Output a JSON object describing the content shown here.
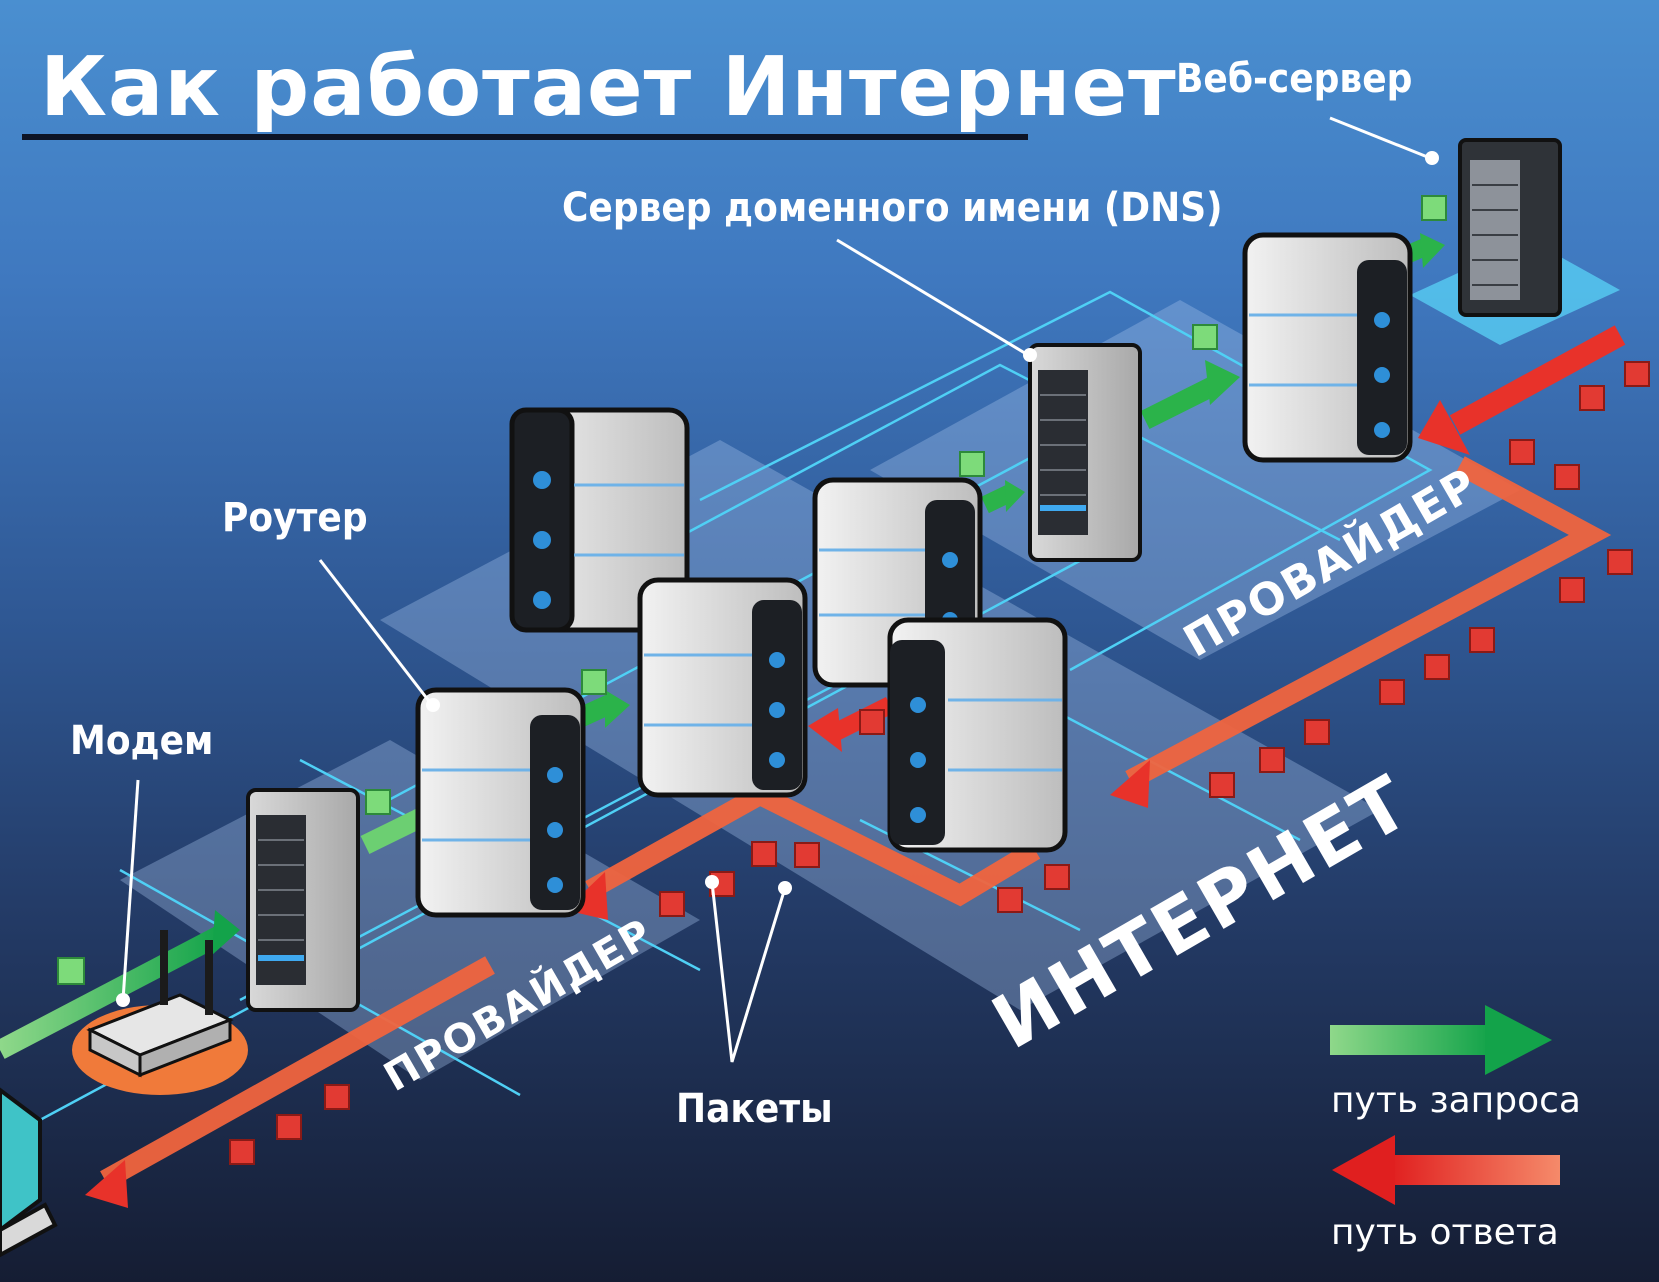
{
  "title": "Как работает Интернет",
  "labels": {
    "web_server": "Веб-сервер",
    "dns_server": "Сервер доменного имени (DNS)",
    "router": "Роутер",
    "modem": "Модем",
    "packets": "Пакеты"
  },
  "zones": {
    "provider_top": "ПРОВАЙДЕР",
    "internet": "ИНТЕРНЕТ",
    "provider_bottom": "ПРОВАЙДЕР"
  },
  "legend": {
    "request_path": "путь запроса",
    "response_path": "путь ответа"
  },
  "colors": {
    "request": "#2bb34a",
    "response": "#e8322a",
    "packet_request": "#7ddb7a",
    "packet_response": "#e23a33"
  }
}
